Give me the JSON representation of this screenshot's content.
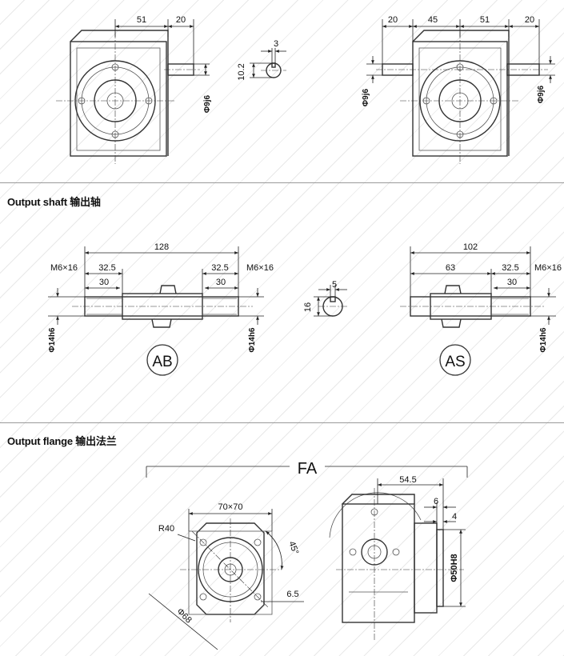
{
  "sections": {
    "output_shaft": {
      "heading": "Output shaft 输出轴"
    },
    "output_flange": {
      "heading": "Output flange  输出法兰"
    }
  },
  "input_views": {
    "single": {
      "d51": "51",
      "d20": "20",
      "shaft": "Φ9j6"
    },
    "key": {
      "w": "3",
      "h": "10.2"
    },
    "double": {
      "d20a": "20",
      "d45": "45",
      "d51": "51",
      "d20b": "20",
      "shaft_left": "Φ9j6",
      "shaft_right": "Φ9j6"
    }
  },
  "shaft_ab": {
    "d128": "128",
    "thread_left": "M6×16",
    "thread_right": "M6×16",
    "d32_5_left": "32.5",
    "d32_5_right": "32.5",
    "d30_left": "30",
    "d30_right": "30",
    "dia_left": "Φ14h6",
    "dia_right": "Φ14h6",
    "label": "AB"
  },
  "shaft_key": {
    "w": "5",
    "h": "16"
  },
  "shaft_as": {
    "d102": "102",
    "d63": "63",
    "d32_5": "32.5",
    "thread": "M6×16",
    "d30": "30",
    "dia": "Φ14h6",
    "label": "AS"
  },
  "flange": {
    "title": "FA",
    "square": "70×70",
    "radius": "R40",
    "angle": "45°",
    "hole": "6.5",
    "pcd": "Φ68",
    "d54_5": "54.5",
    "d6": "6",
    "d4": "4",
    "spigot": "Φ50H8"
  }
}
